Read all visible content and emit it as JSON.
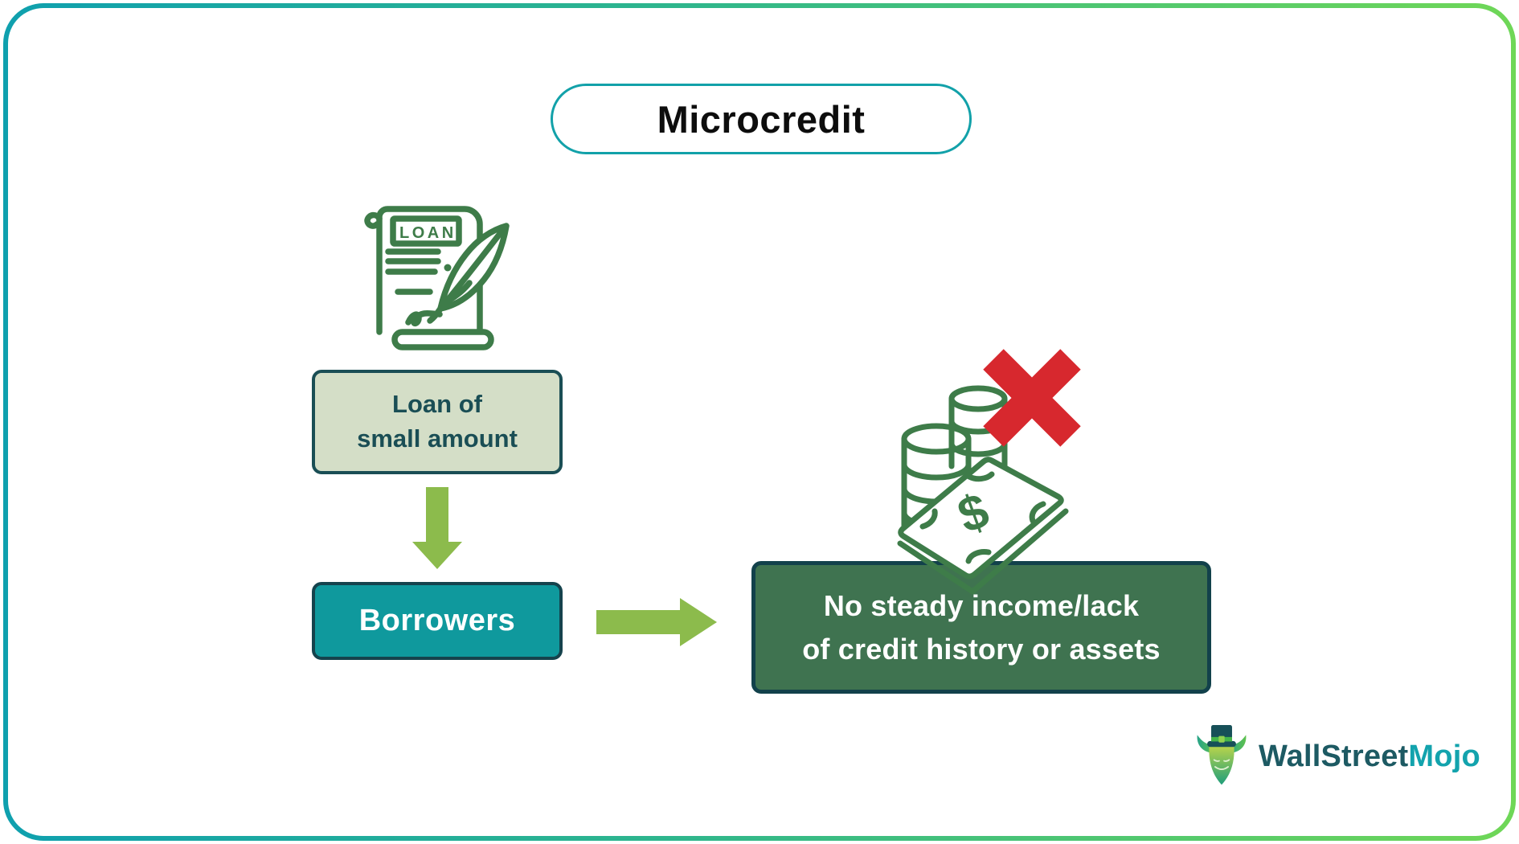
{
  "title": "Microcredit",
  "flow": {
    "loan_icon_text": "LOAN",
    "loan_box": {
      "line1": "Loan of",
      "line2": "small amount"
    },
    "borrowers_box": {
      "label": "Borrowers"
    },
    "reason_box": {
      "line1": "No steady income/lack",
      "line2": "of credit history or assets"
    },
    "money_icon_symbol": "$"
  },
  "icons": {
    "loan_document_icon": "scroll-document-with-quill-pen",
    "down_arrow_icon": "green-arrow-down",
    "right_arrow_icon": "green-arrow-right",
    "money_crossed_icon": "banknote-and-coin-stacks",
    "cross_icon": "red-x-mark",
    "bull_logo_icon": "bull-with-top-hat"
  },
  "logo": {
    "brand_part1": "WallStreet",
    "brand_part2": "Mojo"
  },
  "colors": {
    "border_gradient_start": "#0FA0AE",
    "border_gradient_end": "#6FD757",
    "title_border": "#12A1A9",
    "loan_box_bg": "#D4DEC7",
    "loan_box_border": "#1A4E55",
    "borrowers_bg": "#0F999D",
    "reason_box_bg": "#3F7350",
    "dark_border": "#12414B",
    "arrow_green": "#8CBB4C",
    "icon_green": "#3E7C49",
    "cross_red": "#D7282E",
    "logo_dark_teal": "#1D5A63",
    "logo_bright_teal": "#13A3AD"
  }
}
